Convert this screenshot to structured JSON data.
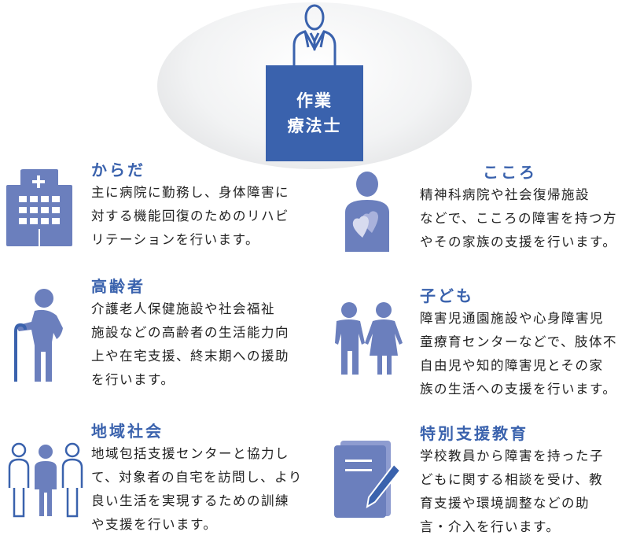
{
  "center": {
    "lines": [
      "作業",
      "療法士"
    ]
  },
  "sections": [
    {
      "title": "からだ",
      "lines": [
        "主に病院に勤務し、身体障害に",
        "対する機能回復のためのリハビ",
        "リテーションを行います。"
      ]
    },
    {
      "title": "高齢者",
      "lines": [
        "介護老人保健施設や社会福祉",
        "施設などの高齢者の生活能力向",
        "上や在宅支援、終末期への援助",
        "を行います。"
      ]
    },
    {
      "title": "地域社会",
      "lines": [
        "地域包括支援センターと協力し",
        "て、対象者の自宅を訪問し、より",
        "良い生活を実現するための訓練",
        "や支援を行います。"
      ]
    },
    {
      "title": "こころ",
      "lines": [
        "精神科病院や社会復帰施設",
        "などで、こころの障害を持つ方",
        "やその家族の支援を行います。"
      ]
    },
    {
      "title": "子ども",
      "lines": [
        "障害児通園施設や心身障害児",
        "童療育センターなどで、肢体不",
        "自由児や知的障害児とその家",
        "族の生活への支援を行います。"
      ]
    },
    {
      "title": "特別支援教育",
      "lines": [
        "学校教員から障害を持った子",
        "どもに関する相談を受け、教",
        "育支援や環境調整などの助",
        "言・介入を行います。"
      ]
    }
  ],
  "colors": {
    "accent": "#3a62ad",
    "icon": "#6b7fbd"
  }
}
